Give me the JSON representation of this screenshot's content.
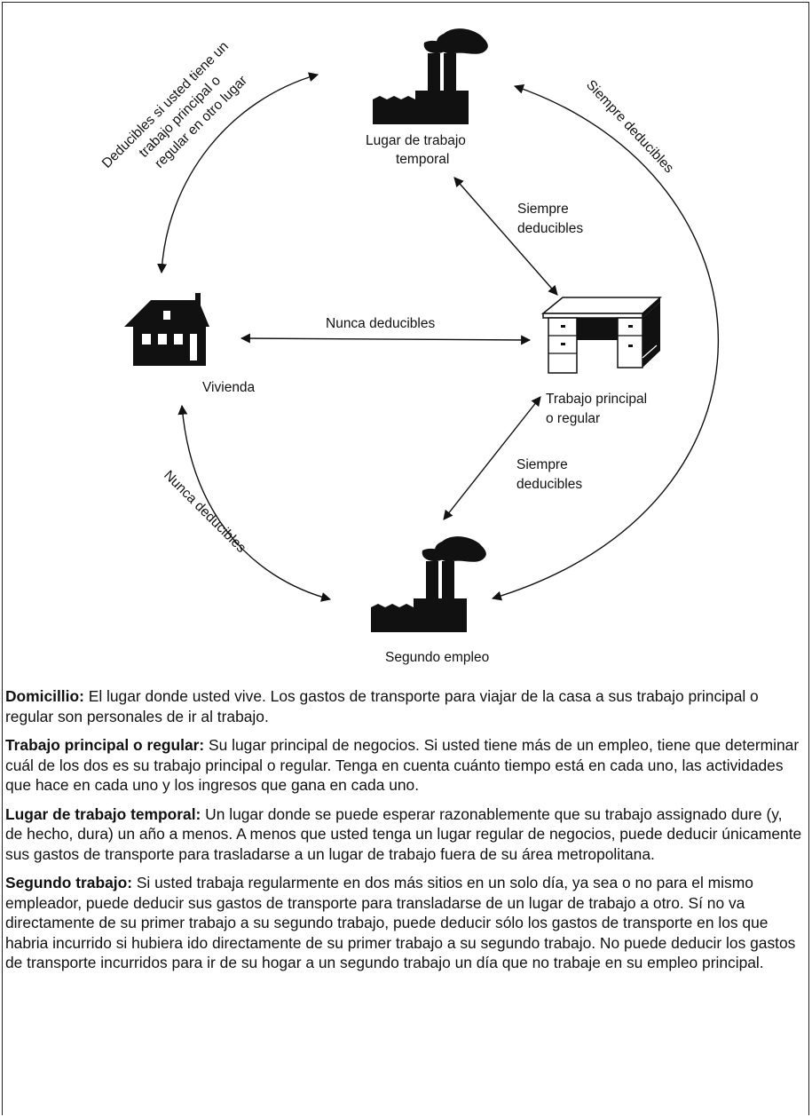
{
  "diagram": {
    "nodes": {
      "temporary": {
        "label_line1": "Lugar de trabajo",
        "label_line2": "temporal",
        "icon": "factory-icon"
      },
      "home": {
        "label": "Vivienda",
        "icon": "house-icon"
      },
      "main": {
        "label_line1": "Trabajo principal",
        "label_line2": "o regular",
        "icon": "desk-icon"
      },
      "second": {
        "label": "Segundo empleo",
        "icon": "factory-icon"
      }
    },
    "edges": {
      "home_temp": {
        "line1": "Deducibles si usted tiene un",
        "line2": "trabajo principal o",
        "line3": "regular en otro lugar"
      },
      "temp_second": "Siempre deducibles",
      "temp_main": {
        "line1": "Siempre",
        "line2": "deducibles"
      },
      "home_main": "Nunca deducibles",
      "main_second": {
        "line1": "Siempre",
        "line2": "deducibles"
      },
      "home_second": "Nunca deducibles"
    }
  },
  "definitions": [
    {
      "term": "Domicillio:",
      "text": " El lugar donde usted vive. Los gastos de transporte para viajar de la casa a sus trabajo principal o regular son personales de ir al trabajo."
    },
    {
      "term": "Trabajo principal o regular:",
      "text": " Su lugar principal de negocios. Si usted tiene más de un empleo, tiene que determinar cuál de los dos es su trabajo principal o regular. Tenga en cuenta cuánto tiempo está en cada uno, las actividades que hace en cada uno y los ingresos que gana en cada uno."
    },
    {
      "term": "Lugar de trabajo temporal:",
      "text": " Un lugar donde se puede esperar razonablemente que su trabajo assignado dure (y, de hecho, dura) un año a menos. A menos que usted tenga un lugar regular de negocios, puede deducir únicamente sus gastos de transporte para trasladarse a un lugar de trabajo fuera de su área metropolitana."
    },
    {
      "term": "Segundo trabajo:",
      "text": " Si usted trabaja regularmente en dos más sitios en un solo día, ya sea o no para el mismo empleador, puede deducir sus gastos de transporte para transladarse de un lugar de trabajo a otro. Sí no va directamente de su primer trabajo a su segundo trabajo, puede deducir sólo los gastos de transporte en los que habria incurrido si hubiera ido directamente de su primer trabajo a su segundo trabajo. No puede deducir los gastos de transporte incurridos para ir de su hogar a un segundo trabajo un día que no trabaje en su empleo principal."
    }
  ]
}
